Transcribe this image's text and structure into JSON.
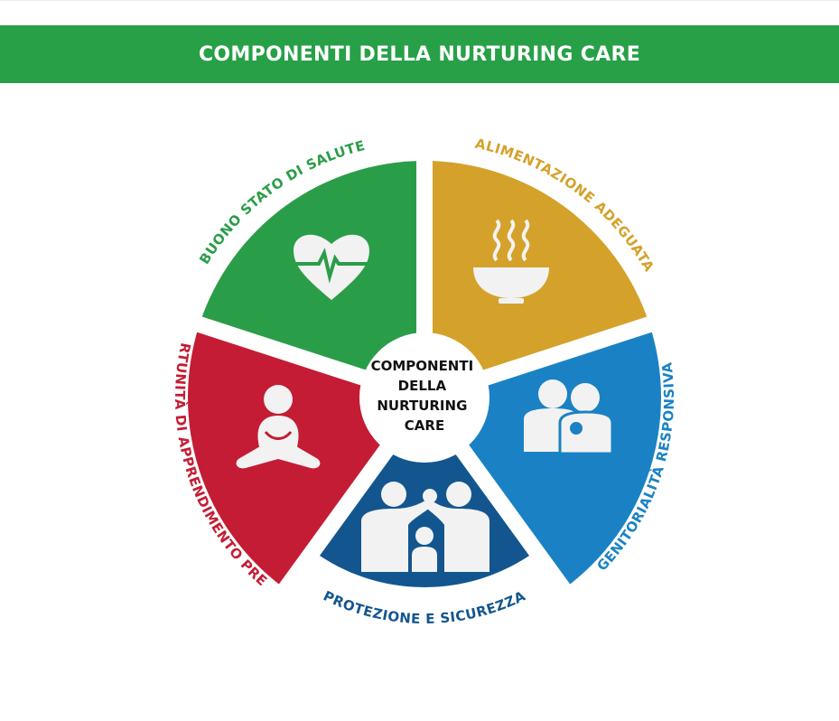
{
  "header": {
    "title": "COMPONENTI DELLA NURTURING CARE"
  },
  "center": {
    "lines": [
      "COMPONENTI",
      "DELLA",
      "NURTURING",
      "CARE"
    ]
  },
  "components": [
    {
      "label": "BUONO STATO DI SALUTE",
      "color": "#2a9d48",
      "icon": "heart-pulse-icon"
    },
    {
      "label": "ALIMENTAZIONE ADEGUATA",
      "color": "#d4a12a",
      "icon": "soup-bowl-icon"
    },
    {
      "label": "GENITORIALITÀ RESPONSIVA",
      "color": "#1a82c4",
      "icon": "parents-with-baby-icon"
    },
    {
      "label": "PROTEZIONE E SICUREZZA",
      "color": "#13568f",
      "icon": "family-protection-icon"
    },
    {
      "label": "OPPORTUNITÀ DI APPRENDIMENTO PRECOCE",
      "color": "#c41c34",
      "icon": "child-playing-icon"
    }
  ]
}
